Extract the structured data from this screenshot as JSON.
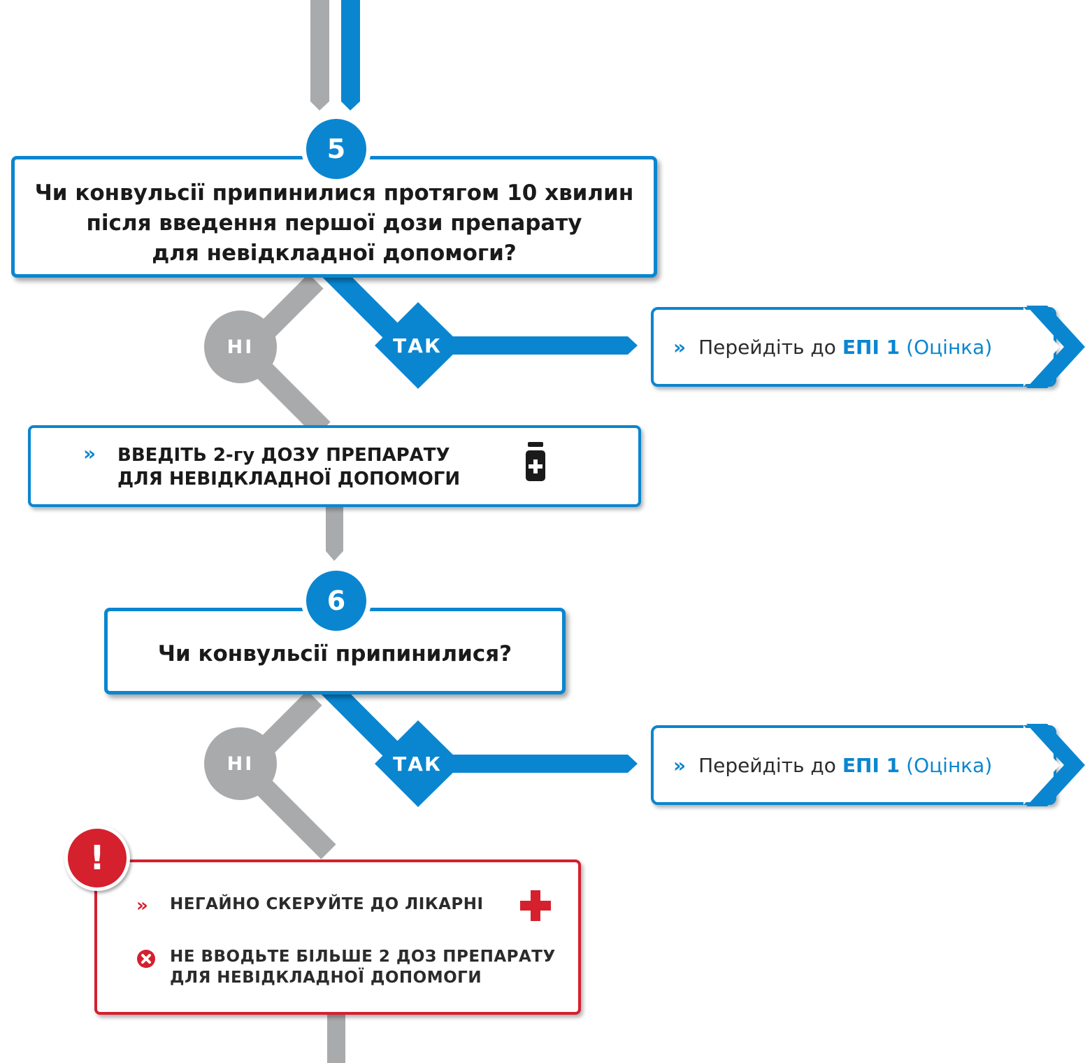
{
  "colors": {
    "blue": "#0a86d0",
    "gray": "#a9aaac",
    "red": "#d5202e"
  },
  "step5": {
    "number": "5",
    "question_lines": [
      "Чи конвульсії припинилися протягом 10 хвилин",
      "після введення першої дози препарату",
      "для невідкладної допомоги?"
    ],
    "no_label": "НІ",
    "yes_label": "ТАК",
    "goto": {
      "chevron": "»",
      "text": "Перейдіть до",
      "ref": "ЕПІ 1",
      "paren": "(Оцінка)"
    }
  },
  "action": {
    "chevron": "»",
    "lines": [
      "ВВЕДІТЬ 2-гу ДОЗУ ПРЕПАРАТУ",
      "ДЛЯ НЕВІДКЛАДНОЇ ДОПОМОГИ"
    ],
    "icon": "medicine-bottle-icon"
  },
  "step6": {
    "number": "6",
    "question": "Чи конвульсії припинилися?",
    "no_label": "НІ",
    "yes_label": "ТАК",
    "goto": {
      "chevron": "»",
      "text": "Перейдіть до",
      "ref": "ЕПІ 1",
      "paren": "(Оцінка)"
    }
  },
  "alert": {
    "icon_text": "!",
    "chevron": "»",
    "line1": "НЕГАЙНО СКЕРУЙТЕ ДО ЛІКАРНІ",
    "line1_icon": "red-cross-icon",
    "line2": [
      "НЕ ВВОДЬТЕ БІЛЬШЕ 2 ДОЗ ПРЕПАРАТУ",
      "ДЛЯ НЕВІДКЛАДНОЇ ДОПОМОГИ"
    ],
    "line2_icon": "x-circle-icon"
  }
}
